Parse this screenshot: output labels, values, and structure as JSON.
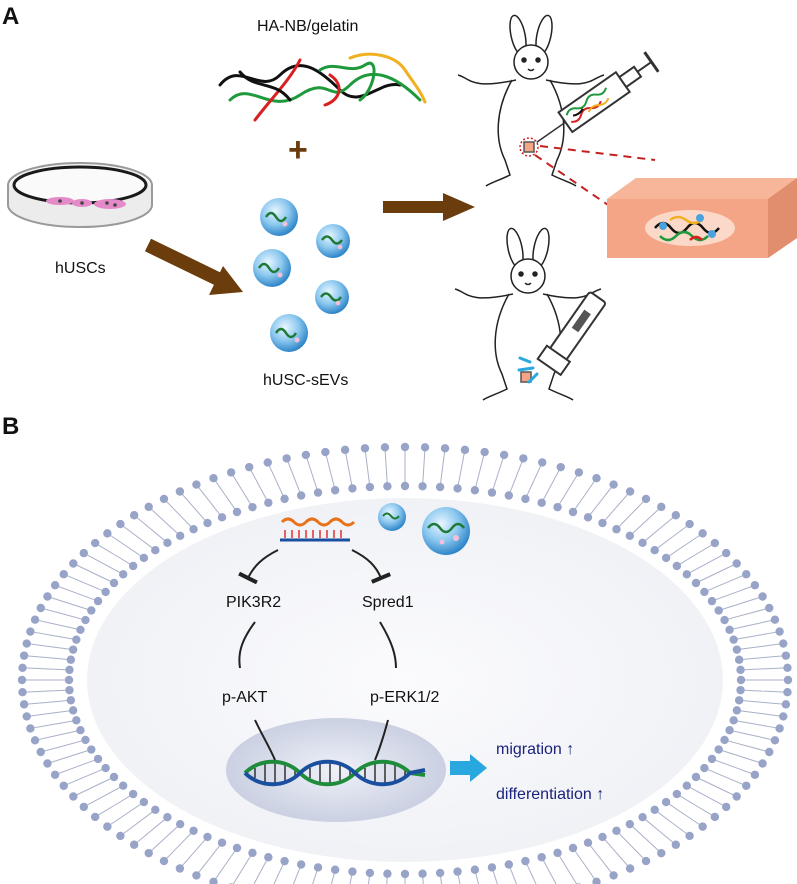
{
  "panels": {
    "a": {
      "letter": "A"
    },
    "b": {
      "letter": "B"
    }
  },
  "panel_a": {
    "hydrogel_label": "HA-NB/gelatin",
    "plus_sign": "+",
    "cells_label": "hUSCs",
    "evs_label": "hUSC-sEVs"
  },
  "panel_b": {
    "pik3r2": "PIK3R2",
    "spred1": "Spred1",
    "p_akt": "p-AKT",
    "p_erk": "p-ERK1/2",
    "migration": "migration ↑",
    "differentiation": "differentiation ↑"
  },
  "colors": {
    "arrow_brown": "#6b3d0c",
    "vesicle_blue": "#4aa3de",
    "skin_salmon": "#f4a585",
    "dna_green": "#1e8c3a",
    "dna_blue": "#1a4fa0",
    "lipid_head": "#98a3c8",
    "result_text": "#1a237e",
    "result_arrow": "#29a8e0",
    "mirna_orange": "#e8731a"
  },
  "icons": {
    "dish": "petri-dish-icon",
    "rabbit": "rabbit-icon",
    "syringe": "syringe-icon",
    "light": "flashlight-icon"
  }
}
